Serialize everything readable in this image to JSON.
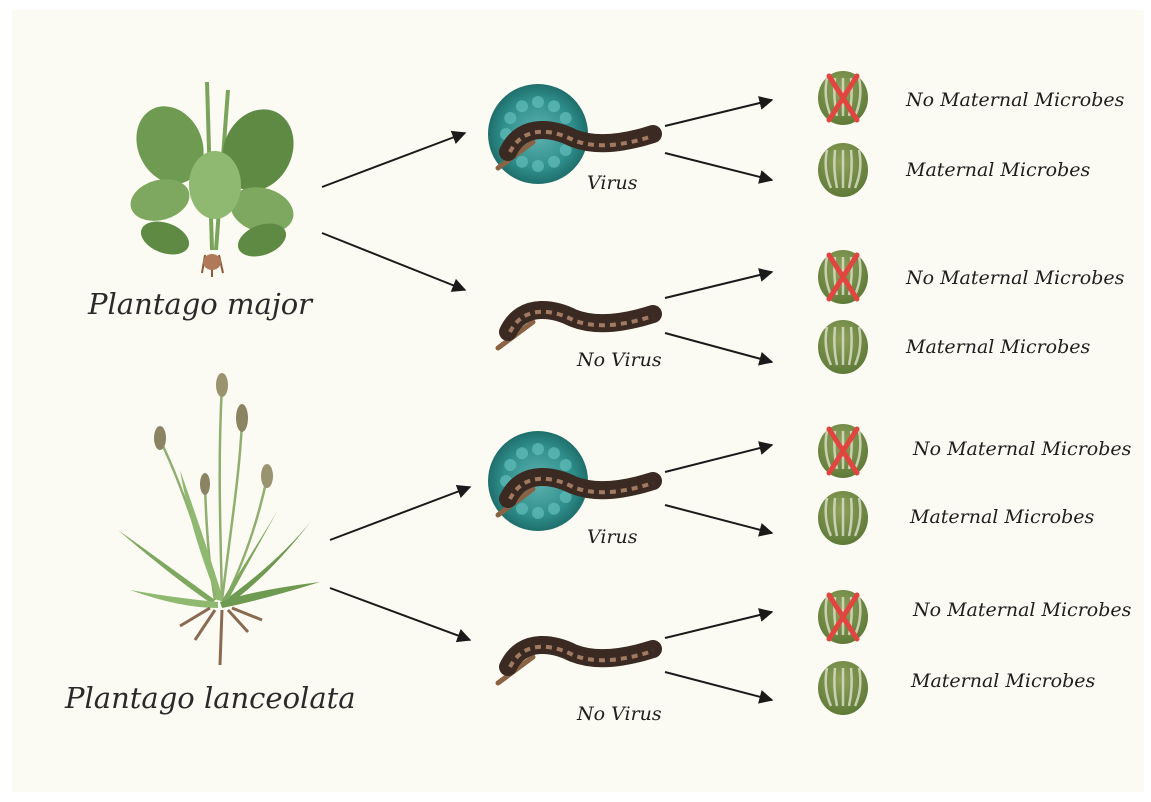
{
  "plants": [
    {
      "name": "Plantago major"
    },
    {
      "name": "Plantago lanceolata"
    }
  ],
  "caterpillars": [
    {
      "status": "Virus"
    },
    {
      "status": "No Virus"
    },
    {
      "status": "Virus"
    },
    {
      "status": "No Virus"
    }
  ],
  "outcomes": [
    {
      "label": "No Maternal Microbes",
      "crossed": true
    },
    {
      "label": "Maternal Microbes",
      "crossed": false
    },
    {
      "label": "No Maternal Microbes",
      "crossed": true
    },
    {
      "label": "Maternal Microbes",
      "crossed": false
    },
    {
      "label": "No Maternal Microbes",
      "crossed": true
    },
    {
      "label": "Maternal Microbes",
      "crossed": false
    },
    {
      "label": "No Maternal Microbes",
      "crossed": true
    },
    {
      "label": "Maternal Microbes",
      "crossed": false
    }
  ],
  "colors": {
    "background": "#fcfbf3",
    "leaf": "#6f9a52",
    "virus": "#2f8f8c",
    "caterpillar": "#3a2a22",
    "egg": "#6f8a44",
    "cross": "#e0463f",
    "arrow": "#1a1a1a"
  }
}
